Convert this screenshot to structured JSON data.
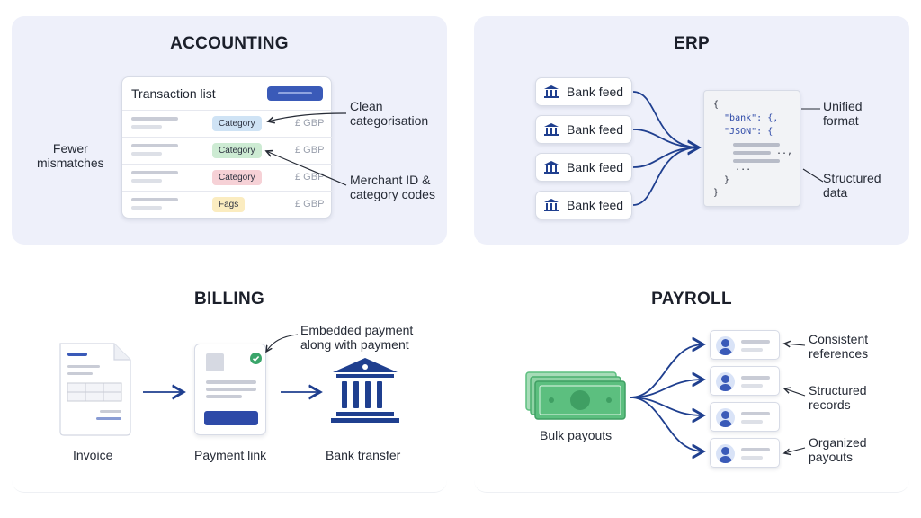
{
  "accounting": {
    "title": "ACCOUNTING",
    "card_title": "Transaction list",
    "rows": [
      {
        "tag": "Category",
        "amount": "£ GBP",
        "tag_color": "#cfe3f5"
      },
      {
        "tag": "Category",
        "amount": "£ GBP",
        "tag_color": "#cdebd3"
      },
      {
        "tag": "Category",
        "amount": "£ GBP",
        "tag_color": "#f6d1d6"
      },
      {
        "tag": "Fags",
        "amount": "£ GBP",
        "tag_color": "#fbecc0"
      }
    ],
    "left_note": "Fewer\nmismatches",
    "note_clean": "Clean\ncategorisation",
    "note_merchant": "Merchant ID &\ncategory codes"
  },
  "erp": {
    "title": "ERP",
    "feeds": [
      "Bank feed",
      "Bank feed",
      "Bank feed",
      "Bank feed"
    ],
    "json_lines": [
      "{",
      "  \"bank\": {,",
      "  \"JSON\": {",
      "",
      "",
      "    ...",
      "  }",
      "}"
    ],
    "note_unified": "Unified\nformat",
    "note_structured": "Structured\ndata"
  },
  "billing": {
    "title": "BILLING",
    "invoice_label": "Invoice",
    "payment_link_label": "Payment link",
    "bank_transfer_label": "Bank transfer",
    "note_embedded": "Embedded payment\nalong with payment"
  },
  "payroll": {
    "title": "PAYROLL",
    "bulk_label": "Bulk payouts",
    "notes": [
      "Consistent\nreferences",
      "Structured\nrecords",
      "Organized\npayouts"
    ]
  },
  "colors": {
    "accent_blue": "#3a5ab8",
    "dark_blue": "#1f3f8f",
    "panel_bg": "#eef0fa",
    "money_green": "#5cbf7f",
    "check_green": "#3aa56a"
  }
}
